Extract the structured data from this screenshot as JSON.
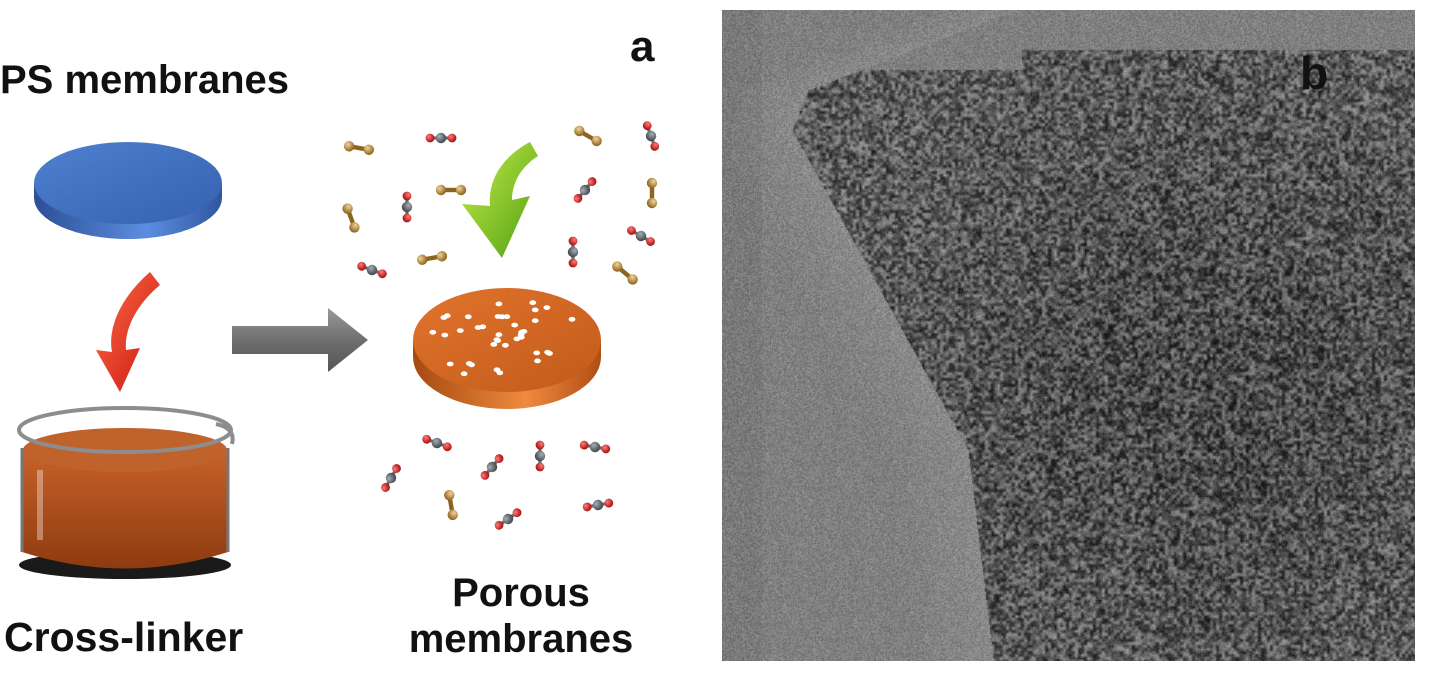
{
  "panel_a": {
    "label": "a",
    "top_label": "PS membranes",
    "bottom_label": "Cross-linker",
    "right_label_line1": "Porous",
    "right_label_line2": "membranes"
  },
  "panel_b": {
    "label": "b"
  },
  "colors": {
    "ps_disk": "#3f6fc0",
    "porous_disk": "#d4641f",
    "red_arrow": "#e03020",
    "green_arrow": "#7cc21f",
    "gray_arrow": "#7a7a7a",
    "liquid": "#b8541c",
    "molecule_gold": "#b8862f",
    "molecule_red": "#d61c1c",
    "molecule_gray": "#555b60"
  }
}
